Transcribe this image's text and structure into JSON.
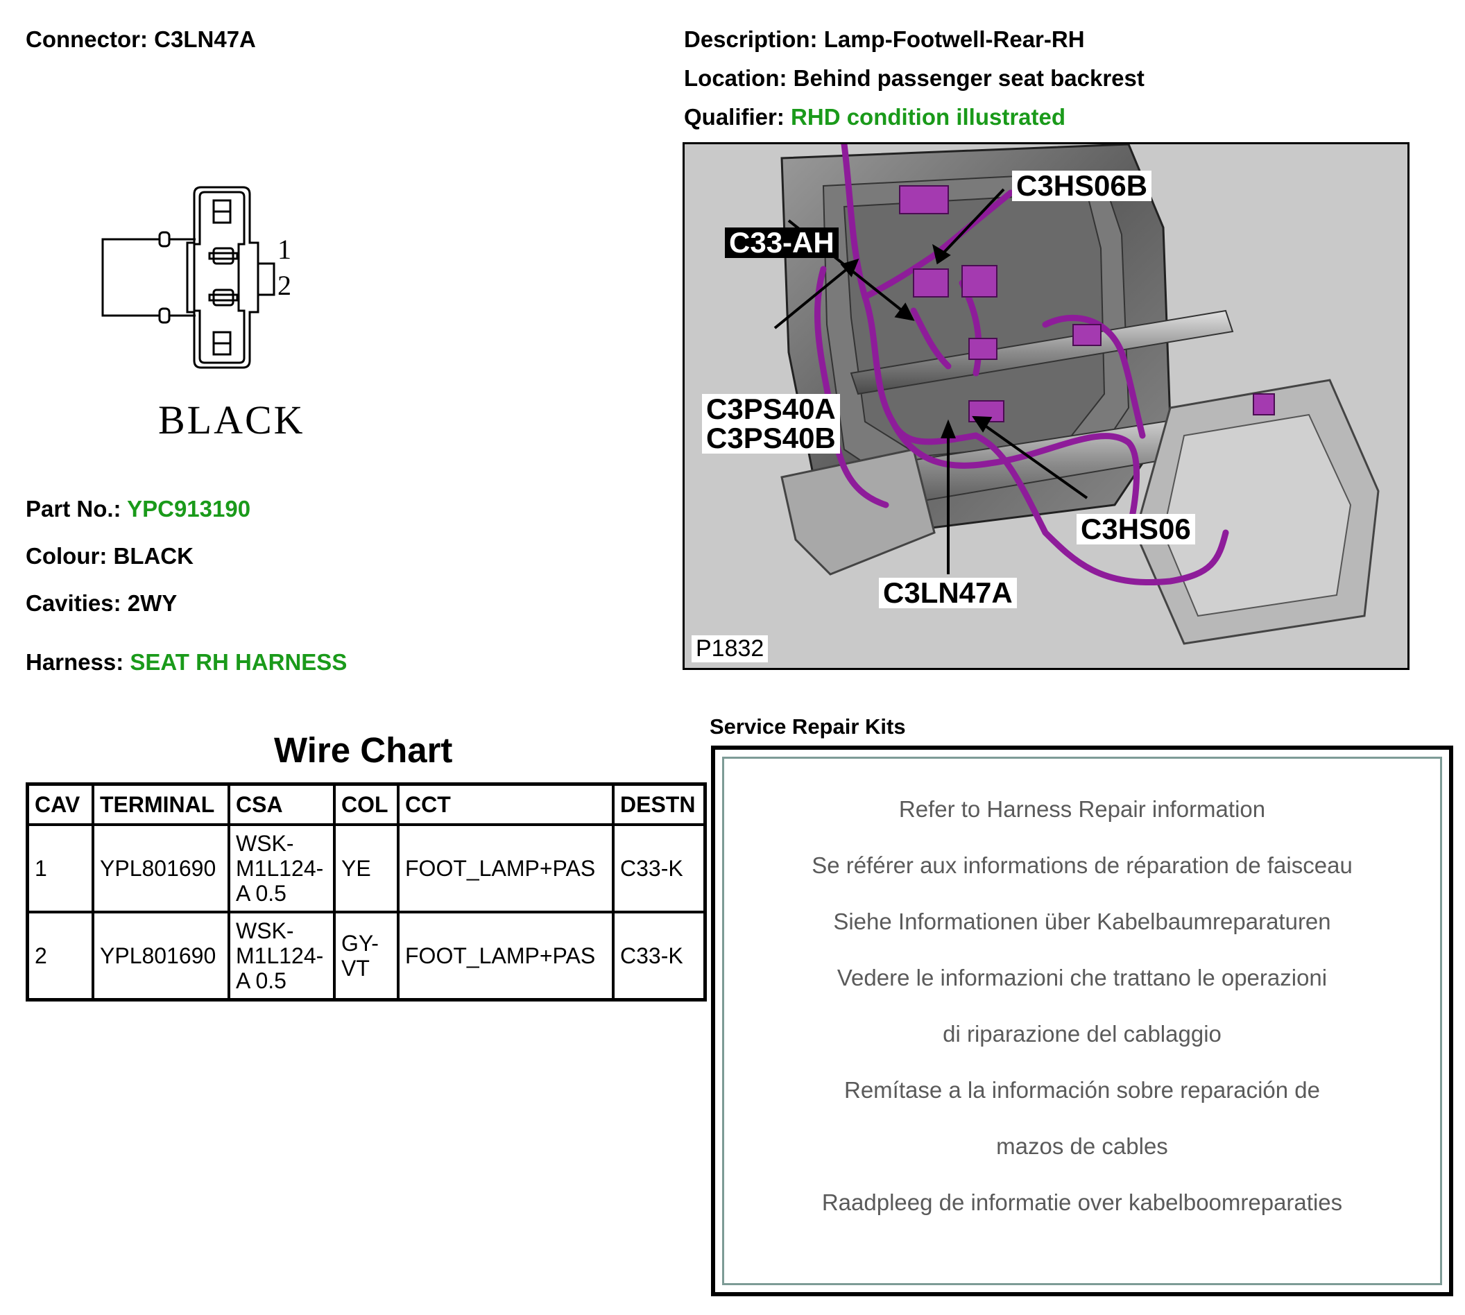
{
  "header": {
    "connector_label": "Connector:",
    "connector_value": "C3LN47A",
    "description_label": "Description:",
    "description_value": "Lamp-Footwell-Rear-RH",
    "location_label": "Location:",
    "location_value": "Behind passenger seat backrest",
    "qualifier_label": "Qualifier:",
    "qualifier_value": "RHD condition illustrated"
  },
  "connector_face": {
    "pin_labels": [
      "1",
      "2"
    ],
    "colour_caption": "BLACK"
  },
  "details": {
    "part_no_label": "Part No.:",
    "part_no_value": "YPC913190",
    "colour_label": "Colour:",
    "colour_value": "BLACK",
    "cavities_label": "Cavities:",
    "cavities_value": "2WY",
    "harness_label": "Harness:",
    "harness_value": "SEAT RH HARNESS"
  },
  "wire_chart": {
    "title": "Wire Chart",
    "headers": [
      "CAV",
      "TERMINAL",
      "CSA",
      "COL",
      "CCT",
      "DESTN"
    ],
    "rows": [
      {
        "cav": "1",
        "terminal": "YPL801690",
        "csa": [
          "WSK-",
          "M1L124-",
          "A 0.5"
        ],
        "col": [
          "YE"
        ],
        "cct": "FOOT_LAMP+PAS",
        "destn": "C33-K"
      },
      {
        "cav": "2",
        "terminal": "YPL801690",
        "csa": [
          "WSK-",
          "M1L124-",
          "A 0.5"
        ],
        "col": [
          "GY-",
          "VT"
        ],
        "cct": "FOOT_LAMP+PAS",
        "destn": "C33-K"
      }
    ]
  },
  "picture": {
    "callouts": [
      "C3HS06B",
      "C33-AH",
      "C3PS40A",
      "C3PS40B",
      "C3HS06",
      "C3LN47A"
    ],
    "reference": "P1832",
    "colors": {
      "harness": "#8e1c9a",
      "background": "#c9c9c9"
    }
  },
  "service_repair_kits": {
    "title": "Service Repair Kits",
    "lines": [
      "Refer to Harness Repair information",
      "Se référer aux informations de réparation de faisceau",
      "Siehe Informationen über Kabelbaumreparaturen",
      "Vedere le informazioni che trattano le operazioni",
      "di riparazione del cablaggio",
      "Remítase a la información sobre reparación de",
      "mazos de cables",
      "Raadpleeg de informatie over kabelboomreparaties"
    ]
  },
  "colors": {
    "accent_green": "#1a9a1a",
    "frame_teal": "#7d9b96",
    "srk_text": "#5a5a5a"
  }
}
